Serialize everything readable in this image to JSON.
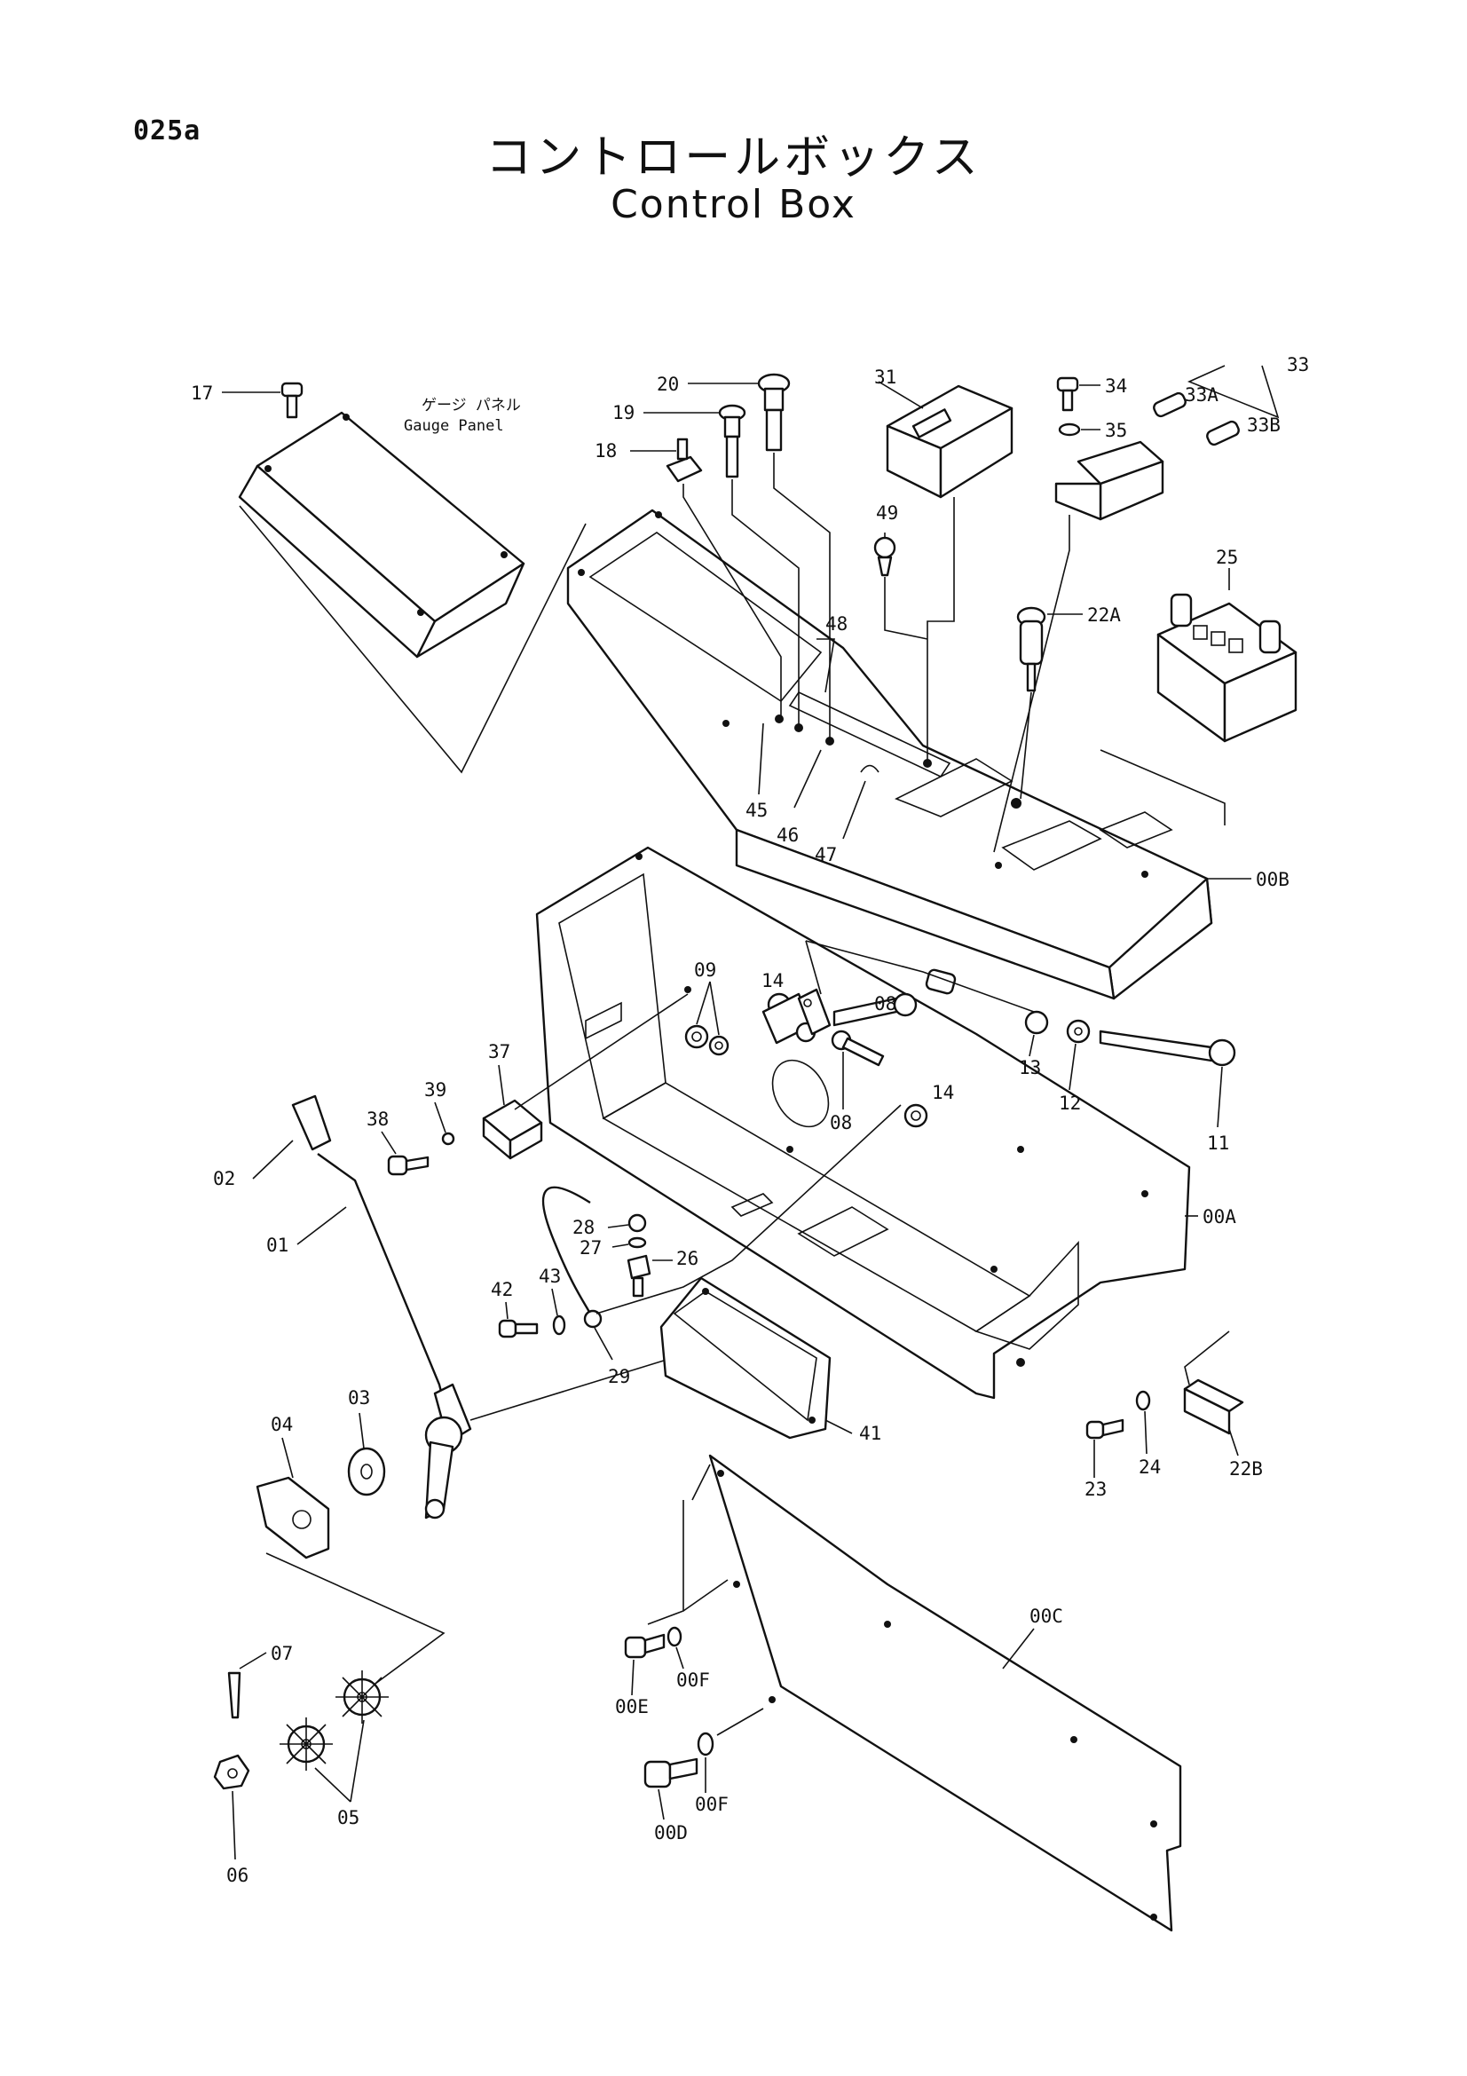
{
  "page_number": "025a",
  "title_jp": "コントロールボックス",
  "title_en": "Control Box",
  "note": {
    "jp": "ゲージ パネル",
    "en": "Gauge  Panel"
  },
  "callouts": {
    "c17": "17",
    "c20": "20",
    "c19": "19",
    "c18": "18",
    "c31": "31",
    "c49": "49",
    "c34": "34",
    "c35": "35",
    "c33": "33",
    "c33A": "33A",
    "c33B": "33B",
    "c22A": "22A",
    "c25": "25",
    "c48": "48",
    "c45": "45",
    "c46": "46",
    "c47": "47",
    "c00B": "00B",
    "c09": "09",
    "c14a": "14",
    "c08a": "08",
    "c13": "13",
    "c12": "12",
    "c11": "11",
    "c08b": "08",
    "c14b": "14",
    "c37": "37",
    "c39": "39",
    "c38": "38",
    "c02": "02",
    "c01": "01",
    "c28": "28",
    "c27": "27",
    "c26": "26",
    "c42": "42",
    "c43": "43",
    "c29": "29",
    "c00A": "00A",
    "c41": "41",
    "c03": "03",
    "c04": "04",
    "c23": "23",
    "c24": "24",
    "c22B": "22B",
    "c00C": "00C",
    "c07": "07",
    "c00E": "00E",
    "c00F1": "00F",
    "c00D": "00D",
    "c00F2": "00F",
    "c05": "05",
    "c06": "06"
  }
}
